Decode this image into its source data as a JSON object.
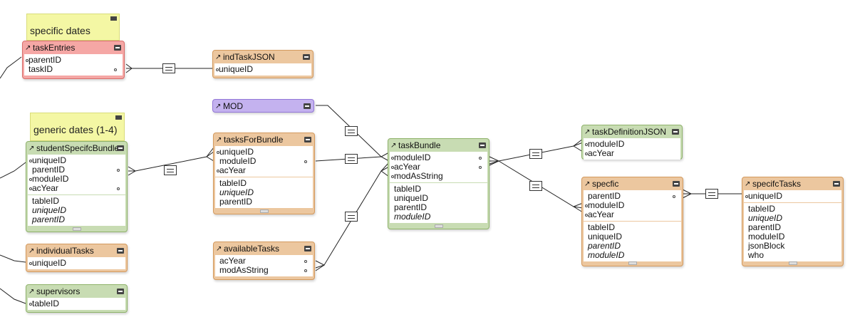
{
  "notes": {
    "specific": "specific dates",
    "generic": "generic dates (1-4)"
  },
  "tables": {
    "taskEntries": {
      "name": "taskEntries",
      "keys": [
        "parentID",
        "taskID"
      ]
    },
    "indTaskJSON": {
      "name": "indTaskJSON",
      "keys": [
        "uniqueID"
      ]
    },
    "MOD": {
      "name": "MOD"
    },
    "studentSpecifcBundle": {
      "name": "studentSpecifcBundle",
      "keys": [
        "uniqueID",
        "parentID",
        "moduleID",
        "acYear"
      ],
      "fields": [
        "tableID",
        "uniqueID",
        "parentID"
      ]
    },
    "tasksForBundle": {
      "name": "tasksForBundle",
      "keys": [
        "uniqueID",
        "moduleID",
        "acYear"
      ],
      "fields": [
        "tableID",
        "uniqueID",
        "parentID"
      ]
    },
    "taskBundle": {
      "name": "taskBundle",
      "keys": [
        "moduleID",
        "acYear",
        "modAsString"
      ],
      "fields": [
        "tableID",
        "uniqueID",
        "parentID",
        "moduleID"
      ]
    },
    "taskDefinitionJSON": {
      "name": "taskDefinitionJSON",
      "keys": [
        "moduleID",
        "acYear"
      ]
    },
    "specfic": {
      "name": "specfic",
      "keys": [
        "parentID",
        "moduleID",
        "acYear"
      ],
      "fields": [
        "tableID",
        "uniqueID",
        "parentID",
        "moduleID"
      ]
    },
    "specifcTasks": {
      "name": "specifcTasks",
      "keys": [
        "uniqueID"
      ],
      "fields": [
        "tableID",
        "uniqueID",
        "parentID",
        "moduleID",
        "jsonBlock",
        "who"
      ]
    },
    "individualTasks": {
      "name": "individualTasks",
      "keys": [
        "uniqueID"
      ]
    },
    "availableTasks": {
      "name": "availableTasks",
      "keys": [
        "acYear",
        "modAsString"
      ]
    },
    "supervisors": {
      "name": "supervisors",
      "keys": [
        "tableID"
      ]
    }
  },
  "colors": {
    "orange": "#ecc79f",
    "green": "#c8dcb3",
    "red": "#f5a7a5",
    "purple": "#c4b2ef",
    "note": "#f4f7a4"
  },
  "relationship_symbol": "equals"
}
